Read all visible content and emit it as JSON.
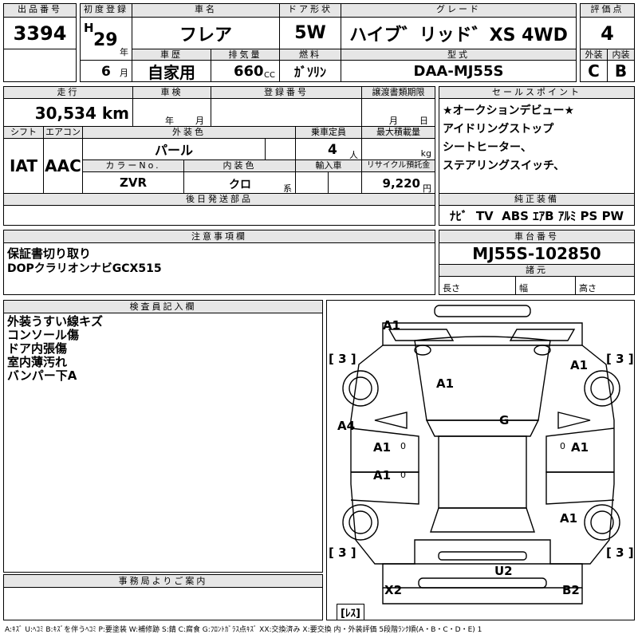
{
  "header": {
    "lot_no_label": "出品番号",
    "lot_no": "3394",
    "first_reg_label": "初度登録",
    "era": "H",
    "year": "29",
    "year_unit": "年",
    "month": "6",
    "month_unit": "月",
    "car_name_label": "車名",
    "car_name": "フレア",
    "door_label": "ドア形状",
    "door": "5W",
    "grade_label": "グレード",
    "grade": "ハイブ゛リッド゛XS 4WD",
    "score_label": "評価点",
    "score": "4",
    "history_label": "車歴",
    "history": "自家用",
    "displacement_label": "排気量",
    "displacement": "660",
    "displacement_unit": "CC",
    "fuel_label": "燃料",
    "fuel": "ｶﾞｿﾘﾝ",
    "model_label": "型式",
    "model": "DAA-MJ55S",
    "exterior_label": "外装",
    "exterior_score": "C",
    "interior_label": "内装",
    "interior_score": "B"
  },
  "row2": {
    "mileage_label": "走行",
    "mileage": "30,534",
    "mileage_unit": "km",
    "inspection_label": "車検",
    "inspection_year_unit": "年",
    "inspection_month_unit": "月",
    "reg_no_label": "登録番号",
    "transfer_label": "譲渡書類期限",
    "transfer_month_unit": "月",
    "transfer_day_unit": "日",
    "shift_label": "シフト",
    "shift": "IAT",
    "ac_label": "エアコン",
    "ac": "AAC",
    "color_label": "外装色",
    "color": "パール",
    "capacity_label": "乗車定員",
    "capacity": "4",
    "capacity_unit": "人",
    "load_label": "最大積載量",
    "load_unit": "kg",
    "color_no_label": "カラーNo.",
    "color_no": "ZVR",
    "interior_color_label": "内装色",
    "interior_color": "クロ",
    "interior_color_unit": "系",
    "import_label": "輸入車",
    "recycle_label": "リサイクル預託金",
    "recycle": "9,220",
    "recycle_unit": "円",
    "later_parts_label": "後日発送部品"
  },
  "sales_point": {
    "label": "セールスポイント",
    "lines": [
      "★オークションデビュー★",
      "アイドリングストップ",
      "シートヒーター、",
      "ステアリングスイッチ、"
    ]
  },
  "equipment": {
    "label": "純正装備",
    "items": "ﾅﾋﾞ  TV  ABS ｴｱB ｱﾙﾐ PS PW"
  },
  "notes": {
    "label": "注意事項欄",
    "lines": [
      "保証書切り取り",
      "DOPクラリオンナビGCX515"
    ]
  },
  "chassis": {
    "label": "車台番号",
    "value": "MJ55S-102850",
    "dims_label": "諸元",
    "length_label": "長さ",
    "width_label": "幅",
    "height_label": "高さ"
  },
  "inspector": {
    "label": "検査員記入欄",
    "lines": [
      "外装うすい線キズ",
      "コンソール傷",
      "ドア内張傷",
      "室内薄汚れ",
      "バンパー下A"
    ]
  },
  "office": {
    "label": "事務局よりご案内"
  },
  "diagram": {
    "marks": {
      "front_bumper": "A1",
      "left_front": "A1",
      "bonnet": "A1",
      "roof": "G",
      "left_side": "A4",
      "left_front_door": "A1",
      "right_front_door": "A1",
      "left_rear_door": "A1",
      "right_rear": "A1",
      "rear_bumper": "U2",
      "rear_left": "X2",
      "rear_right": "B2"
    },
    "tire_tl": "[ 3 ]",
    "tire_tr": "[ 3 ]",
    "tire_bl": "[ 3 ]",
    "tire_br": "[ 3 ]",
    "door_mark": "0",
    "spare": "[ﾚｽ]"
  },
  "legend": "A:ｷｽﾞ U:ﾍｺﾐ B:ｷｽﾞを伴うﾍｺﾐ P:要塗装 W:補修跡 S:錆 C:腐食 G:ﾌﾛﾝﾄｶﾞﾗｽ点ｷｽﾞ XX:交換済み X:要交換 内・外装評価 5段階ﾗﾝｸ順(A・B・C・D・E) 1"
}
